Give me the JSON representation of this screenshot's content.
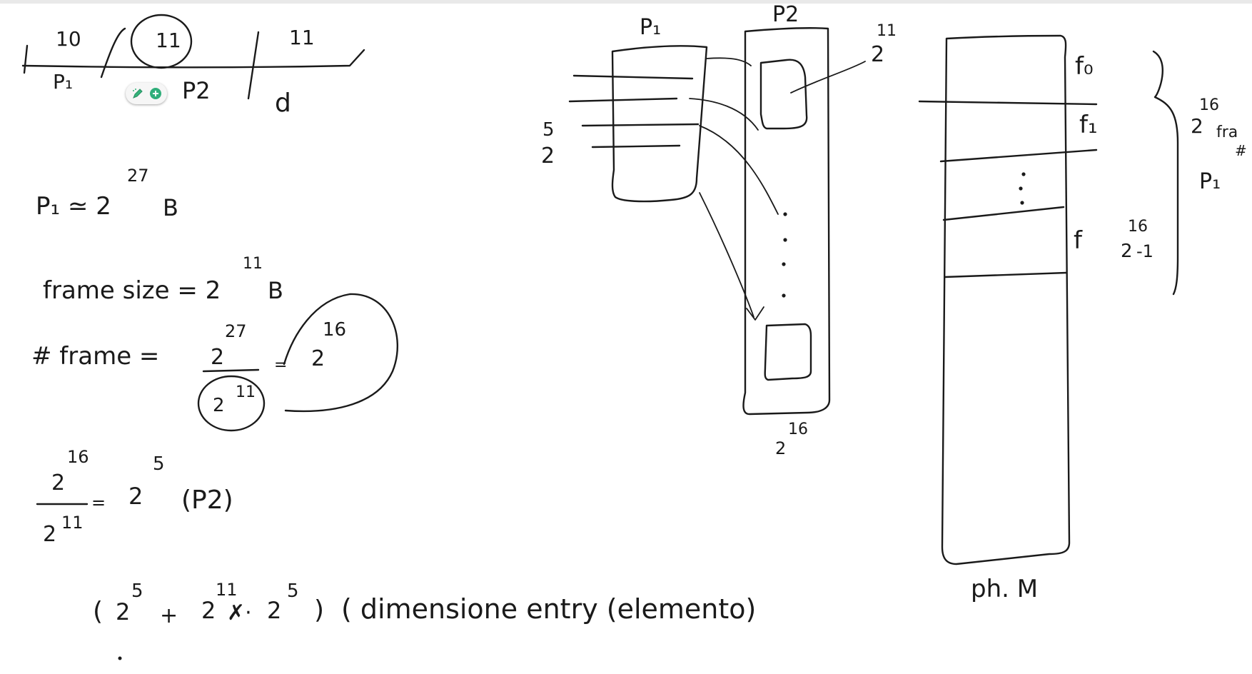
{
  "address": {
    "seg1": "10",
    "seg2": "11",
    "seg3": "11",
    "p1": "P₁",
    "p2": "P2",
    "d": "d"
  },
  "calc": {
    "p1_lhs": "P₁ ≃ 2",
    "p1_exp": "27",
    "p1_unit": "B",
    "frame_size_lhs": "frame size = 2",
    "frame_size_exp": "11",
    "frame_size_unit": "B",
    "frames_lhs": "# frame =",
    "frames_num_base": "2",
    "frames_num_exp": "27",
    "frames_den_base": "2",
    "frames_den_exp": "11",
    "frames_eq": "=",
    "frames_res_base": "2",
    "frames_res_exp": "16",
    "p2_num_base": "2",
    "p2_num_exp": "16",
    "p2_den_base": "2",
    "p2_den_exp": "11",
    "p2_eq": "=",
    "p2_res_base": "2",
    "p2_res_exp": "5",
    "p2_note": "(P2)"
  },
  "bottom_formula": {
    "open": "(",
    "a_base": "2",
    "a_exp": "5",
    "plus": "+",
    "b_base": "2",
    "b_exp": "11",
    "times": "✗·",
    "c_base": "2",
    "c_exp": "5",
    "close": ")",
    "text": "( dimensione entry (elemento)"
  },
  "diagram": {
    "p1_label": "P₁",
    "p2_label": "P2",
    "p1_size_base": "2",
    "p1_size_exp": "5",
    "frame_page_base": "2",
    "frame_page_exp": "11",
    "p2_count_base": "2",
    "p2_count_exp": "16",
    "mem_label": "ph. M",
    "frames": [
      "f₀",
      "f₁",
      "f"
    ],
    "last_frame_base": "2",
    "last_frame_exp": "16",
    "last_frame_suffix": "-1",
    "brace_base": "2",
    "brace_exp": "16",
    "brace_text": "fra",
    "brace_hash": "#",
    "brace_p1": "P₁"
  }
}
